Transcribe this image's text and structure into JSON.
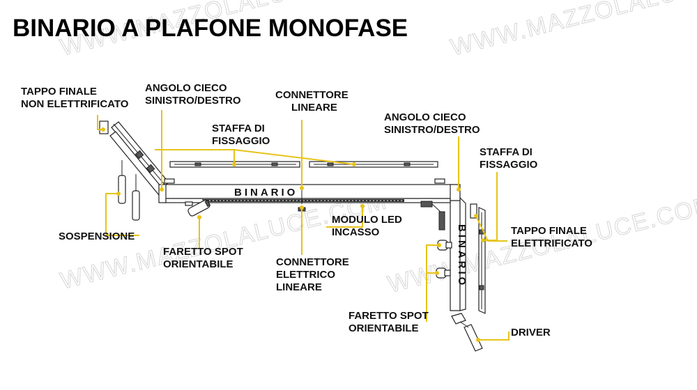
{
  "title": "BINARIO A PLAFONE MONOFASE",
  "watermark": "WWW.MAZZOLALUCE.COM",
  "watermark_reg": "®",
  "rail_label_horizontal": "BINARIO",
  "rail_label_vertical": "BINARIO",
  "labels": {
    "tappo_non_elettrificato": [
      "TAPPO FINALE",
      "NON ELETTRIFICATO"
    ],
    "angolo_cieco_left": [
      "ANGOLO CIECO",
      "SINISTRO/DESTRO"
    ],
    "connettore_lineare": [
      "CONNETTORE",
      "LINEARE"
    ],
    "staffa_left": [
      "STAFFA DI",
      "FISSAGGIO"
    ],
    "angolo_cieco_right": [
      "ANGOLO CIECO",
      "SINISTRO/DESTRO"
    ],
    "staffa_right": [
      "STAFFA DI",
      "FISSAGGIO"
    ],
    "sospensione": [
      "SOSPENSIONE"
    ],
    "modulo_led": [
      "MODULO LED",
      "INCASSO"
    ],
    "tappo_elettrificato": [
      "TAPPO FINALE",
      "ELETTRIFICATO"
    ],
    "faretto_left": [
      "FARETTO SPOT",
      "ORIENTABILE"
    ],
    "connettore_elettrico": [
      "CONNETTORE",
      "ELETTRICO",
      "LINEARE"
    ],
    "faretto_right": [
      "FARETTO SPOT",
      "ORIENTABILE"
    ],
    "driver": [
      "DRIVER"
    ]
  },
  "colors": {
    "leader": "#e7c318",
    "ink": "#111111",
    "watermark": "#d6d6d6"
  }
}
